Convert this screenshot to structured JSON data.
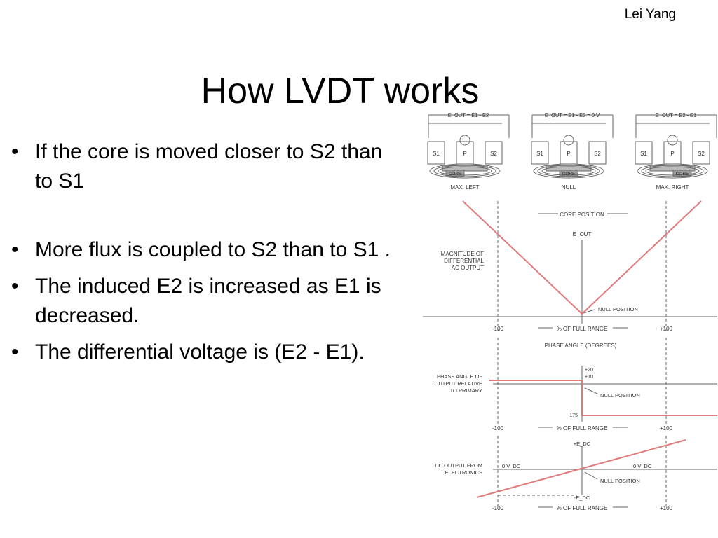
{
  "header": {
    "author": "Lei Yang"
  },
  "slide": {
    "title": "How LVDT works",
    "bullets": [
      "If the core is moved closer to S2 than to S1",
      "More flux is coupled to S2 than to S1 .",
      "The induced E2 is increased as E1 is decreased.",
      "The differential voltage is (E2 - E1)."
    ]
  },
  "diagram": {
    "colors": {
      "curve": "#e07b7b",
      "line": "#666666",
      "text": "#333333"
    },
    "positions": [
      {
        "formula": "E_OUT = E1 - E2",
        "label": "MAX. LEFT",
        "core": "CORE"
      },
      {
        "formula": "E_OUT = E1 - E2 = 0 V",
        "label": "NULL",
        "core": "CORE"
      },
      {
        "formula": "E_OUT = E2 - E1",
        "label": "MAX. RIGHT",
        "core": "CORE"
      }
    ],
    "coil_labels": [
      "S1",
      "P",
      "S2"
    ],
    "mag_panel": {
      "ylabel": [
        "MAGNITUDE OF",
        "DIFFERENTIAL",
        "AC OUTPUT"
      ],
      "core_position": "CORE POSITION",
      "eout": "E_OUT",
      "null": "NULL POSITION",
      "xmin": "-100",
      "xmax": "+100",
      "range": "% OF FULL RANGE"
    },
    "phase_panel": {
      "title": "PHASE ANGLE (DEGREES)",
      "ylabel": [
        "PHASE ANGLE OF",
        "OUTPUT RELATIVE",
        "TO PRIMARY"
      ],
      "ticks": [
        "+20",
        "+10",
        "-175"
      ],
      "null": "NULL POSITION",
      "xmin": "-100",
      "xmax": "+100",
      "range": "% OF FULL RANGE"
    },
    "dc_panel": {
      "ylabel": [
        "DC OUTPUT FROM",
        "ELECTRONICS"
      ],
      "plus": "+E_DC",
      "minus": "-E_DC",
      "zero": "0 V_DC",
      "null": "NULL POSITION",
      "xmin": "-100",
      "xmax": "+100",
      "range": "% OF FULL RANGE"
    }
  }
}
